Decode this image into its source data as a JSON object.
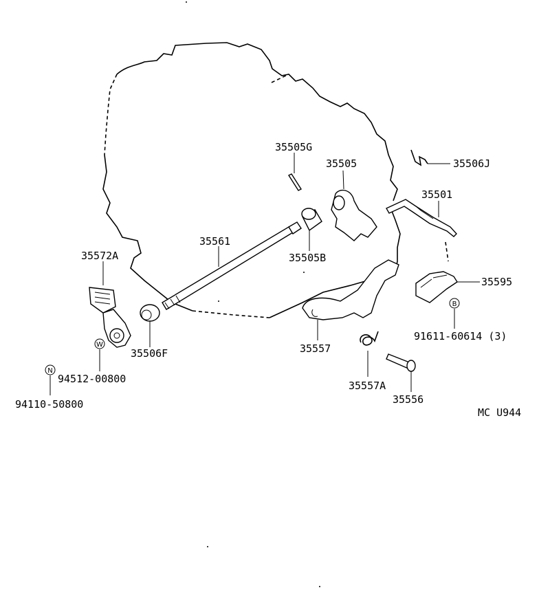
{
  "labels": {
    "p35505G": "35505G",
    "p35505": "35505",
    "p35506J": "35506J",
    "p35501": "35501",
    "p35561": "35561",
    "p35505B": "35505B",
    "p35572A": "35572A",
    "p35595": "35595",
    "p91611": "91611-60614 (3)",
    "p35506F": "35506F",
    "p35557": "35557",
    "p94512": "94512-00800",
    "p35557A": "35557A",
    "p35556": "35556",
    "p94110": "94110-50800",
    "code": "MC U944"
  },
  "symbols": {
    "b": "B",
    "w": "W",
    "n": "N"
  }
}
